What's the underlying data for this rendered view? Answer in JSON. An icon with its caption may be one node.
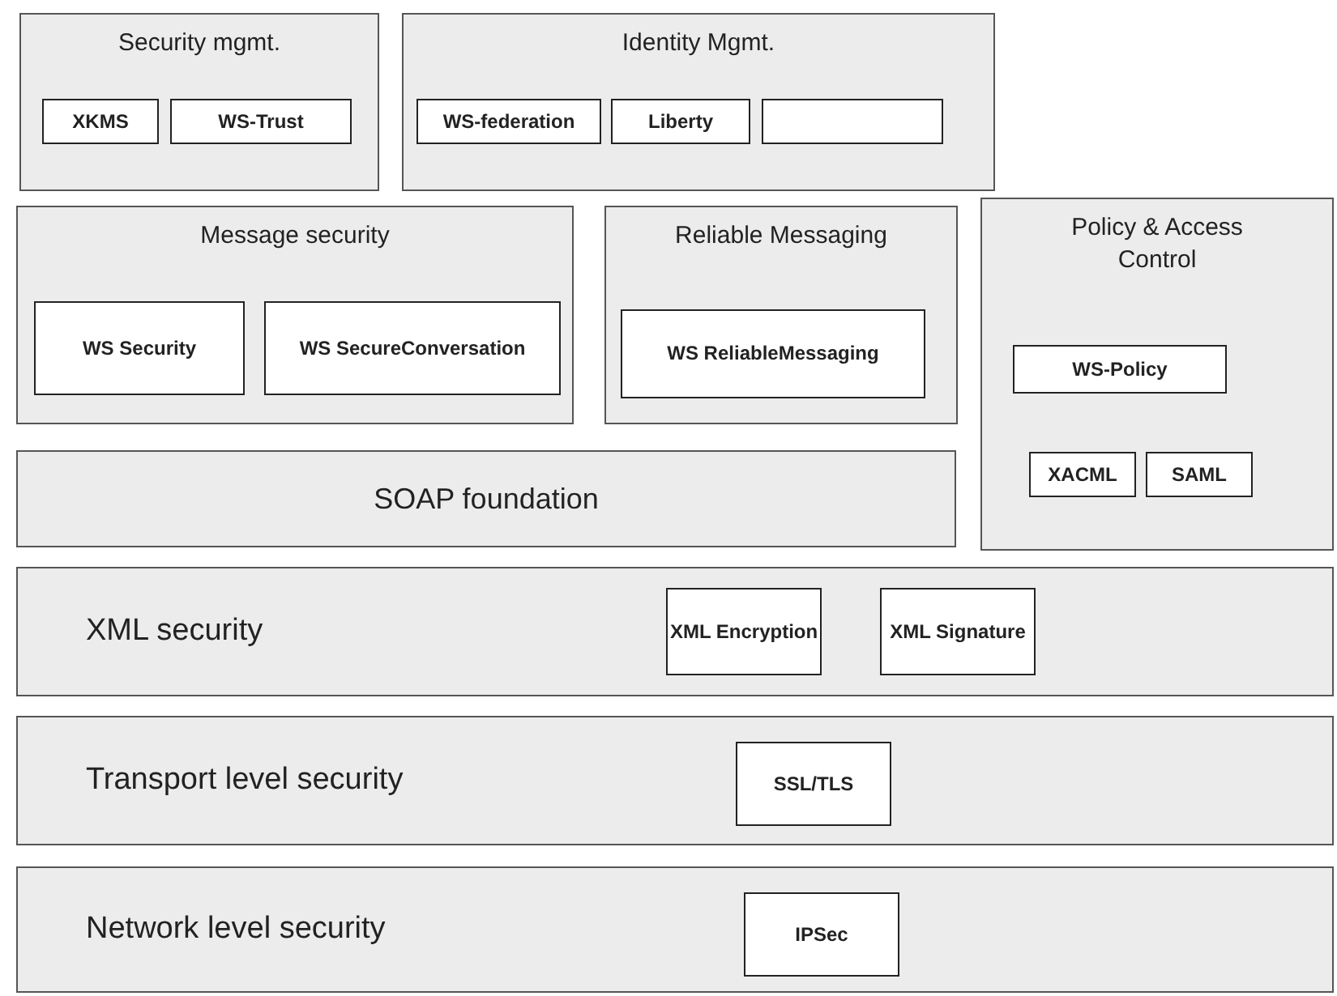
{
  "diagram": {
    "nodes": [
      {
        "text": [
          "Security mgmt."
        ]
      },
      {
        "text": [
          "XKMS"
        ],
        "in": 0
      },
      {
        "text": [
          "WS-Trust"
        ],
        "in": 0
      },
      {
        "text": [
          "Identity Mgmt."
        ]
      },
      {
        "text": [
          "WS-federation"
        ],
        "in": 3
      },
      {
        "text": [
          "Liberty"
        ],
        "in": 3
      },
      {
        "text": [],
        "shape": "box",
        "in": 3
      },
      {
        "text": [
          "Message security"
        ]
      },
      {
        "text": [
          "WS Security"
        ],
        "in": 7
      },
      {
        "text": [
          "WS SecureConversation"
        ],
        "in": 7
      },
      {
        "text": [
          "Reliable Messaging"
        ]
      },
      {
        "text": [
          "WS ReliableMessaging"
        ],
        "in": 10
      },
      {
        "text": [
          "Policy & Access Control"
        ]
      },
      {
        "text": [
          "WS-Policy"
        ],
        "in": 12
      },
      {
        "text": [
          "XACML"
        ],
        "in": 12
      },
      {
        "text": [
          "SAML"
        ],
        "in": 12
      },
      {
        "text": [
          "SOAP foundation"
        ]
      },
      {
        "text": [
          "XML security"
        ]
      },
      {
        "text": [
          "XML Encryption"
        ],
        "in": 17
      },
      {
        "text": [
          "XML Signature"
        ],
        "in": 17
      },
      {
        "text": [
          "Transport level security"
        ]
      },
      {
        "text": [
          "SSL/TLS"
        ],
        "in": 20
      },
      {
        "text": [
          "Network level security"
        ]
      },
      {
        "text": [
          "IPSec"
        ],
        "in": 22
      }
    ]
  }
}
